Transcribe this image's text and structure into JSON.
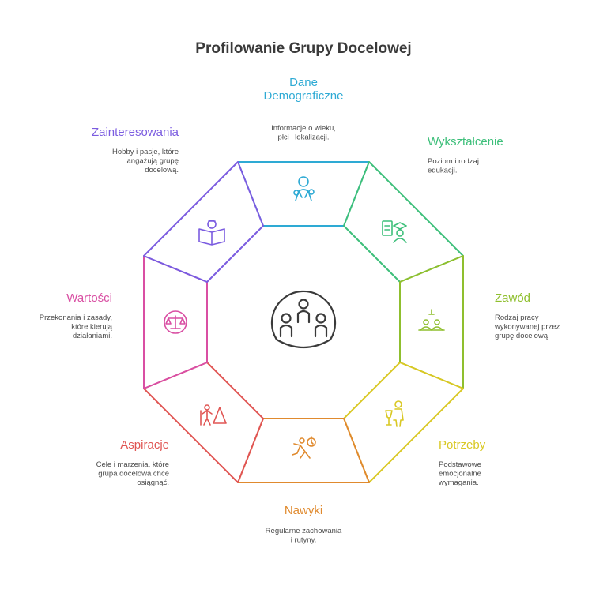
{
  "title": "Profilowanie Grupy Docelowej",
  "segments": [
    {
      "id": "demografia",
      "label_lines": [
        "Dane",
        "Demograficzne"
      ],
      "desc_lines": [
        "Informacje o wieku,",
        "płci i lokalizacji."
      ],
      "color": "#2eaad4",
      "icon": "people-icon"
    },
    {
      "id": "wyksztalcenie",
      "label_lines": [
        "Wykształcenie"
      ],
      "desc_lines": [
        "Poziom i rodzaj",
        "edukacji."
      ],
      "color": "#3dbf7a",
      "icon": "graduate-icon"
    },
    {
      "id": "zawod",
      "label_lines": [
        "Zawód"
      ],
      "desc_lines": [
        "Rodzaj pracy",
        "wykonywanej przez",
        "grupę docelową."
      ],
      "color": "#8fbf2e",
      "icon": "workers-icon"
    },
    {
      "id": "potrzeby",
      "label_lines": [
        "Potrzeby"
      ],
      "desc_lines": [
        "Podstawowe i",
        "emocjonalne",
        "wymagania."
      ],
      "color": "#d9c824",
      "icon": "person-drink-icon"
    },
    {
      "id": "nawyki",
      "label_lines": [
        "Nawyki"
      ],
      "desc_lines": [
        "Regularne zachowania",
        "i rutyny."
      ],
      "color": "#e08a2e",
      "icon": "running-person-icon"
    },
    {
      "id": "aspiracje",
      "label_lines": [
        "Aspiracje"
      ],
      "desc_lines": [
        "Cele i marzenia, które",
        "grupa docelowa chce",
        "osiągnąć."
      ],
      "color": "#e05553",
      "icon": "mountain-climber-icon"
    },
    {
      "id": "wartosci",
      "label_lines": [
        "Wartości"
      ],
      "desc_lines": [
        "Przekonania i zasady,",
        "które kierują",
        "działaniami."
      ],
      "color": "#d94fa3",
      "icon": "scales-icon"
    },
    {
      "id": "zainteresowania",
      "label_lines": [
        "Zainteresowania"
      ],
      "desc_lines": [
        "Hobby i pasje, które",
        "angażują grupę",
        "docelową."
      ],
      "color": "#7b5ce0",
      "icon": "reader-icon"
    }
  ],
  "center": {
    "icon": "group-icon",
    "color": "#3a3a3a"
  }
}
